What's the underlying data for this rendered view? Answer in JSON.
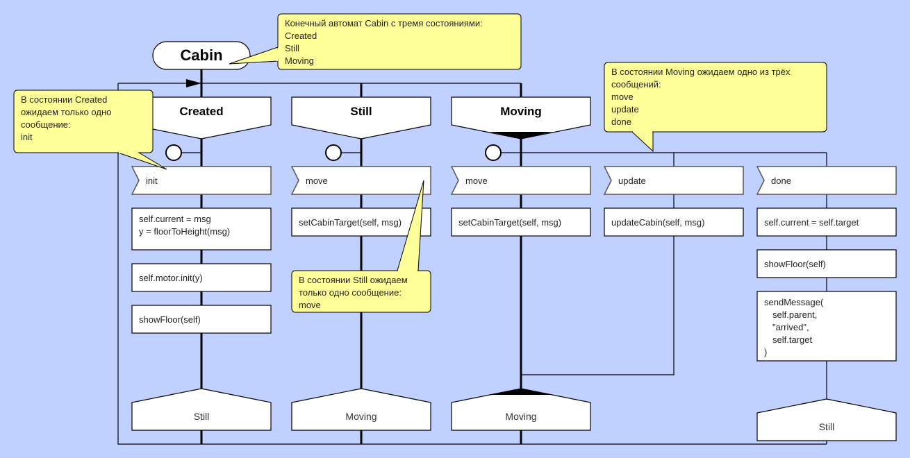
{
  "diagram": {
    "title": "Cabin",
    "colors": {
      "background": "#c0d0ff",
      "note": "#ffff99",
      "shape": "#ffffff"
    },
    "branches": [
      {
        "state": "Created",
        "receive": "init",
        "actions": [
          [
            "self.current = msg",
            "y = floorToHeight(msg)"
          ],
          [
            "self.motor.init(y)"
          ],
          [
            "showFloor(self)"
          ]
        ],
        "next": "Still"
      },
      {
        "state": "Still",
        "receive": "move",
        "actions": [
          [
            "setCabinTarget(self, msg)"
          ]
        ],
        "next": "Moving"
      },
      {
        "state": "Moving",
        "receive": "move",
        "actions": [
          [
            "setCabinTarget(self, msg)"
          ]
        ],
        "next": "Moving"
      },
      {
        "state": "",
        "receive": "update",
        "actions": [
          [
            "updateCabin(self, msg)"
          ]
        ],
        "next": ""
      },
      {
        "state": "",
        "receive": "done",
        "actions": [
          [
            "self.current = self.target"
          ],
          [
            "showFloor(self)"
          ],
          [
            "sendMessage(",
            "    self.parent,",
            "    \"arrived\",",
            "    self.target",
            ")"
          ]
        ],
        "next": "Still"
      }
    ],
    "notes": [
      {
        "id": "note-title",
        "lines": [
          "Конечный автомат Cabin с тремя состояниями:",
          "Created",
          "Still",
          "Moving"
        ]
      },
      {
        "id": "note-created",
        "lines": [
          "В состоянии Created",
          "ожидаем только одно",
          "сообщение:",
          "init"
        ]
      },
      {
        "id": "note-still",
        "lines": [
          "В состоянии Still ожидаем",
          "только одно сообщение:",
          "move"
        ]
      },
      {
        "id": "note-moving",
        "lines": [
          "В состоянии Moving ожидаем одно из трёх",
          "сообщений:",
          "move",
          "update",
          "done"
        ]
      }
    ]
  }
}
